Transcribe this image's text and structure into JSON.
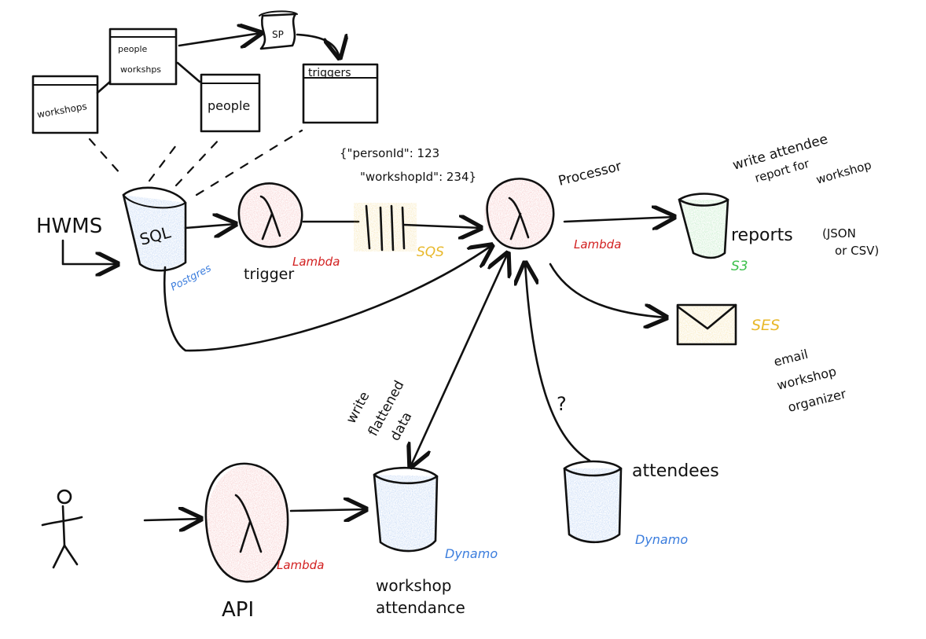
{
  "tables": {
    "workshops": "workshops",
    "people_workshops_line1": "people",
    "people_workshops_line2": "workshps",
    "people": "people",
    "triggers": "triggers",
    "sp": "SP"
  },
  "source": {
    "hwms": "HWMS",
    "sql": "SQL",
    "postgres": "Postgres"
  },
  "trigger": {
    "label": "trigger",
    "service": "Lambda"
  },
  "queue": {
    "service": "SQS",
    "payload_line1": "{\"personId\": 123",
    "payload_line2": "\"workshopId\": 234}"
  },
  "processor": {
    "label": "Processor",
    "service": "Lambda"
  },
  "reports": {
    "label": "reports",
    "format_line1": "(JSON",
    "format_line2": "or CSV)",
    "service": "S3",
    "note_line1": "write attendee",
    "note_line2": "report for",
    "note_line3": "workshop"
  },
  "ses": {
    "service": "SES",
    "note_line1": "email",
    "note_line2": "workshop",
    "note_line3": "organizer"
  },
  "flatten_note": {
    "line1": "write",
    "line2": "flattened",
    "line3": "data"
  },
  "question": "?",
  "api": {
    "label": "API",
    "service": "Lambda"
  },
  "workshop_attendance": {
    "line1": "workshop",
    "line2": "attendance",
    "service": "Dynamo"
  },
  "attendees": {
    "label": "attendees",
    "service": "Dynamo"
  },
  "colors": {
    "sql_blue": "#3b7ddd",
    "lambda_red": "#d22020",
    "sqs_yellow": "#e8b82a",
    "s3_green": "#3bbf4a",
    "ink": "#111111"
  }
}
